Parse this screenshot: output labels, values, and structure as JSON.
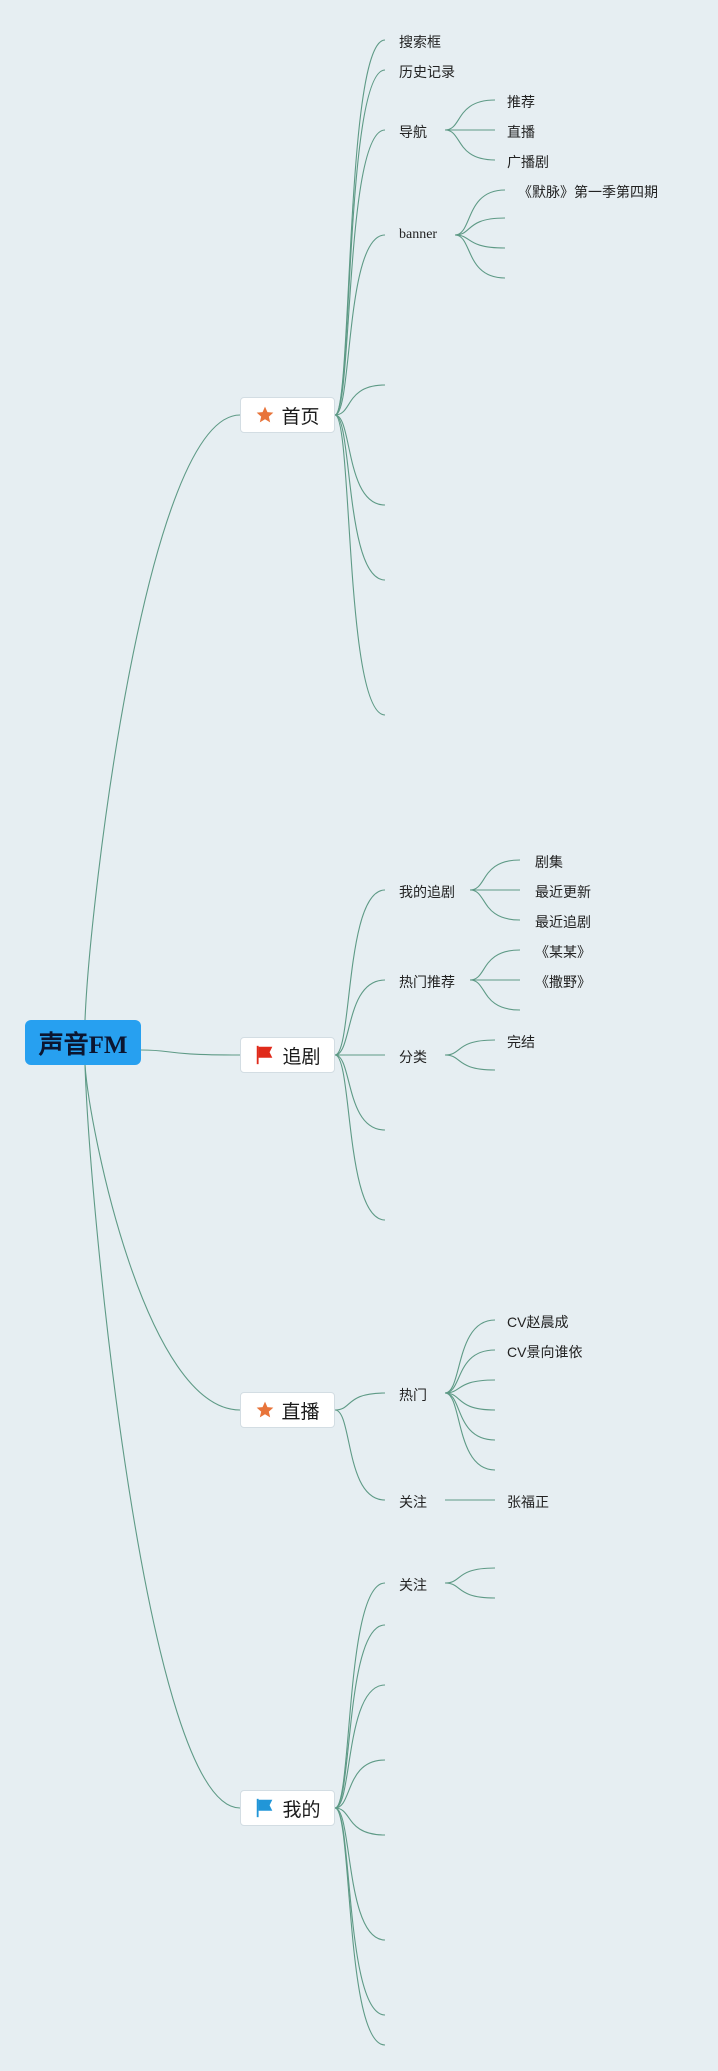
{
  "root": {
    "label": "声音FM"
  },
  "branches": {
    "home": {
      "label": "首页",
      "icon": "star-icon",
      "search": "搜索框",
      "history": "历史记录",
      "nav": {
        "label": "导航",
        "items": [
          "推荐",
          "直播",
          "广播剧"
        ]
      },
      "banner": {
        "label": "banner",
        "items": [
          "《默脉》第一季第四期"
        ]
      }
    },
    "drama": {
      "label": "追剧",
      "icon": "red-flag-icon",
      "my_follow": {
        "label": "我的追剧",
        "items": [
          "剧集",
          "最近更新",
          "最近追剧"
        ]
      },
      "hot": {
        "label": "热门推荐",
        "items": [
          "《某某》",
          "《撒野》"
        ]
      },
      "category": {
        "label": "分类",
        "items": [
          "完结"
        ]
      }
    },
    "live": {
      "label": "直播",
      "icon": "star-icon",
      "hot": {
        "label": "热门",
        "items": [
          "CV赵晨成",
          "CV景向谁依"
        ]
      },
      "follow": {
        "label": "关注",
        "items": [
          "张福正"
        ]
      }
    },
    "mine": {
      "label": "我的",
      "icon": "blue-flag-icon",
      "follow": {
        "label": "关注"
      }
    }
  },
  "colors": {
    "background": "#e6eef2",
    "root": "#27a0f0",
    "line": "#5e9a86",
    "star": "#e8743a",
    "red_flag": "#e02a1a",
    "blue_flag": "#2196d8"
  }
}
